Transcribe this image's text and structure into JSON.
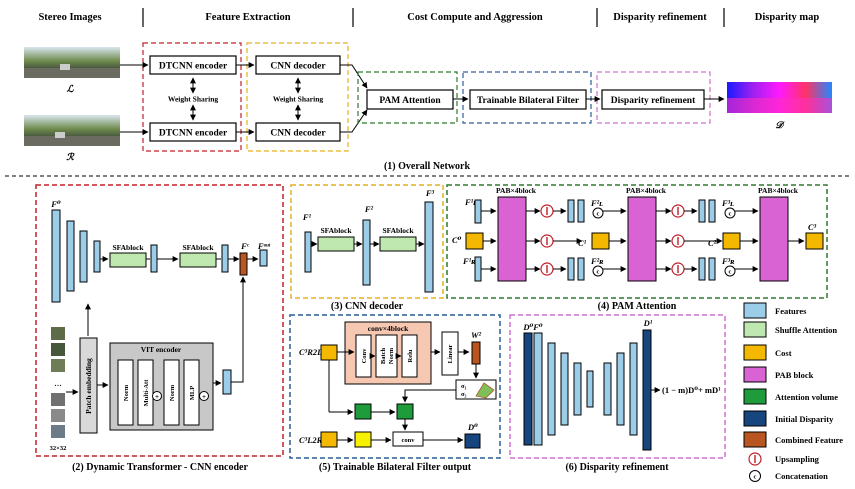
{
  "headers": [
    "Stereo Images",
    "Feature Extraction",
    "Cost Compute and Aggression",
    "Disparity refinement",
    "Disparity map"
  ],
  "overall": {
    "left_label": "ℒ",
    "right_label": "ℛ",
    "dtcnn_encoder": "DTCNN encoder",
    "cnn_decoder": "CNN decoder",
    "weight_sharing": "Weight Sharing",
    "pam_attention": "PAM Attention",
    "bilateral_filter": "Trainable Bilateral Filter",
    "disparity_refinement": "Disparity refinement",
    "disparity_label": "𝒟"
  },
  "encoder": {
    "f0": "F⁰",
    "sfablock": "SFAblock",
    "fc": "Fᶜ",
    "fout": "Fᵒᵘᵗ",
    "ellipsis": "…",
    "patch_size": "32×32",
    "patch_embedding": "Patch embedding",
    "vit_encoder": "VIT encoder",
    "norm": "Norm",
    "multi_att": "Multi-Att",
    "mlp": "MLP",
    "add_symbol": "+"
  },
  "decoder": {
    "f1": "F¹",
    "f2": "F²",
    "f3": "F³",
    "sfablock": "SFAblock"
  },
  "pam": {
    "pab_label": "PAB×4block",
    "f1l": "F¹ʟ",
    "f1r": "F¹ʀ",
    "f2l": "F²ʟ",
    "f2r": "F²ʀ",
    "f3l": "F³ʟ",
    "f3r": "F³ʀ",
    "c0": "C⁰",
    "c1": "C¹",
    "c2": "C²",
    "c3": "C³",
    "concat_symbol": "c"
  },
  "bilateral": {
    "c3r2l": "C³R2L",
    "c3l2r": "C³L2R",
    "conv_block": "conv×4block",
    "conv": "Conv",
    "batch": "Batch",
    "norm": "Norm",
    "relu": "Relu",
    "linear": "Linear",
    "w2": "W²",
    "sigma1": "σ₁",
    "sigma2": "σ₂",
    "conv_small": "conv",
    "d0": "D⁰"
  },
  "refinement": {
    "d0f0": "D⁰F⁰",
    "d1": "D¹",
    "formula": "(1 − m)D⁰+ mD¹"
  },
  "captions": {
    "overall": "(1) Overall Network",
    "encoder": "(2) Dynamic Transformer - CNN encoder",
    "decoder": "(3) CNN decoder",
    "pam": "(4) PAM Attention",
    "bilateral": "(5) Trainable Bilateral Filter output",
    "refinement": "(6) Disparity refinement"
  },
  "legend": [
    "Features",
    "Shuffle Attention",
    "Cost",
    "PAB block",
    "Attention volume",
    "Initial Disparity",
    "Combined Feature",
    "Upsampling",
    "Concatenation"
  ],
  "colors": {
    "features": "#9ccde8",
    "shuffle_attention": "#bfe7b0",
    "cost": "#f5b800",
    "pab_block": "#d963d3",
    "attention_volume": "#1e9b3a",
    "initial_disparity": "#17457d",
    "combined_feature": "#b85520"
  }
}
